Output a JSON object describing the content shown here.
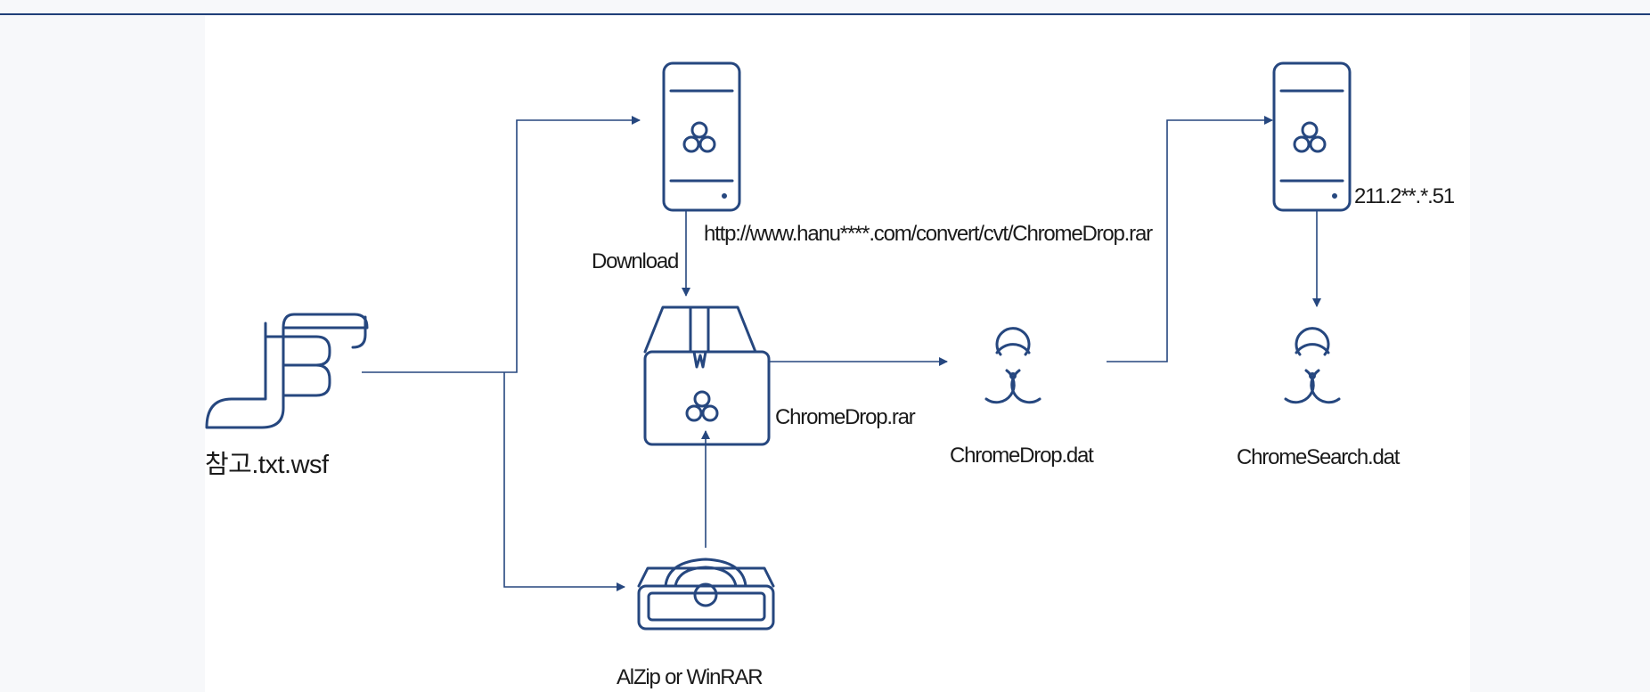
{
  "diagram": {
    "nodes": {
      "script_file": {
        "label": "참고.txt.wsf",
        "icon": "script-scroll-icon"
      },
      "server_one": {
        "icon": "malicious-server-icon"
      },
      "archive": {
        "icon": "malicious-archive-box-icon"
      },
      "archiver_tool": {
        "label": "AlZip or WinRAR",
        "icon": "archiver-tool-icon"
      },
      "drop_dat": {
        "label": "ChromeDrop.dat",
        "icon": "biohazard-icon"
      },
      "server_two": {
        "label": "211.2**.*.51",
        "icon": "malicious-server-icon"
      },
      "search_dat": {
        "label": "ChromeSearch.dat",
        "icon": "biohazard-icon"
      }
    },
    "edge_labels": {
      "download": "Download",
      "url": "http://www.hanu****.com/convert/cvt/ChromeDrop.rar",
      "archive_name": "ChromeDrop.rar"
    },
    "colors": {
      "stroke": "#26477f",
      "text": "#1a1a1a",
      "top_rule": "#1f3f78"
    }
  }
}
